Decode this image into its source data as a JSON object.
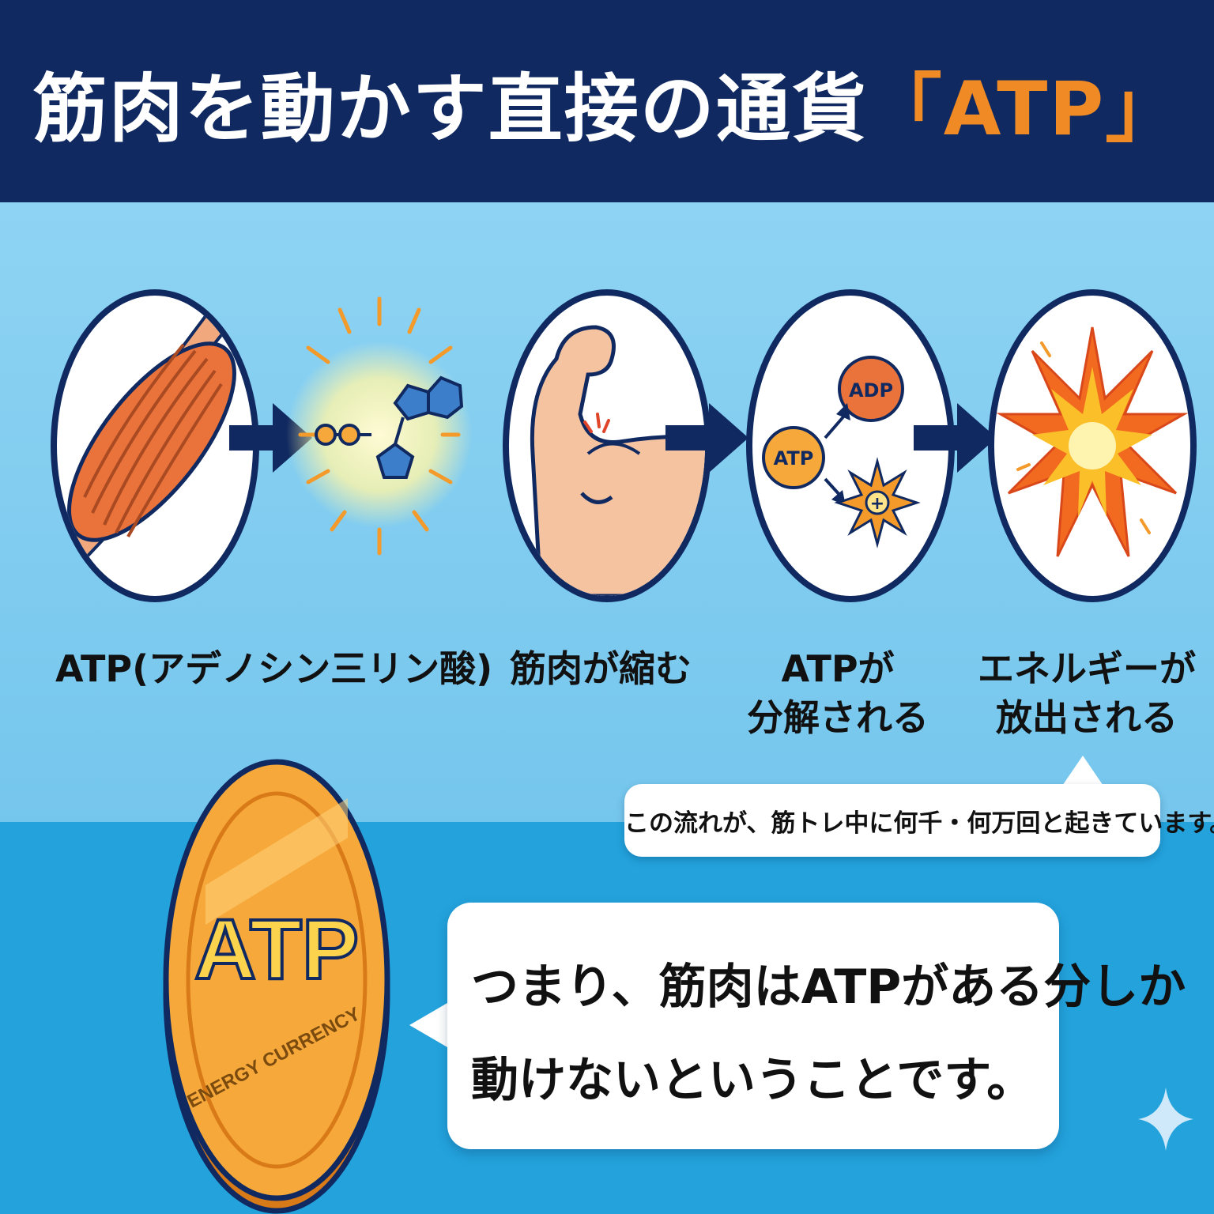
{
  "title": {
    "main": "筋肉を動かす直接の通貨",
    "highlight": "「ATP」"
  },
  "steps": [
    {
      "label": "ATP(アデノシン三リン酸)"
    },
    {
      "label": "筋肉が縮む"
    },
    {
      "line1": "ATPが",
      "line2": "分解される"
    },
    {
      "line1": "エネルギーが",
      "line2": "放出される"
    }
  ],
  "reaction": {
    "atp": "ATP",
    "adp": "ADP",
    "plus": "+"
  },
  "note": "この流れが、筋トレ中に何千・何万回と起きています。",
  "coin": {
    "main": "ATP",
    "sub": "ENERGY CURRENCY"
  },
  "conclusion": {
    "line1": "つまり、筋肉はATPがある分しか",
    "line2": "動けないということです。"
  },
  "colors": {
    "navy": "#102a61",
    "orange": "#f08a24",
    "sky": "#8ed3f3",
    "blue": "#23a2dc",
    "gold": "#f6a93a"
  },
  "icons": [
    "muscle-fiber-icon",
    "atp-molecule-icon",
    "flexed-arm-icon",
    "atp-breakdown-icon",
    "energy-burst-icon",
    "sparkle-icon"
  ]
}
